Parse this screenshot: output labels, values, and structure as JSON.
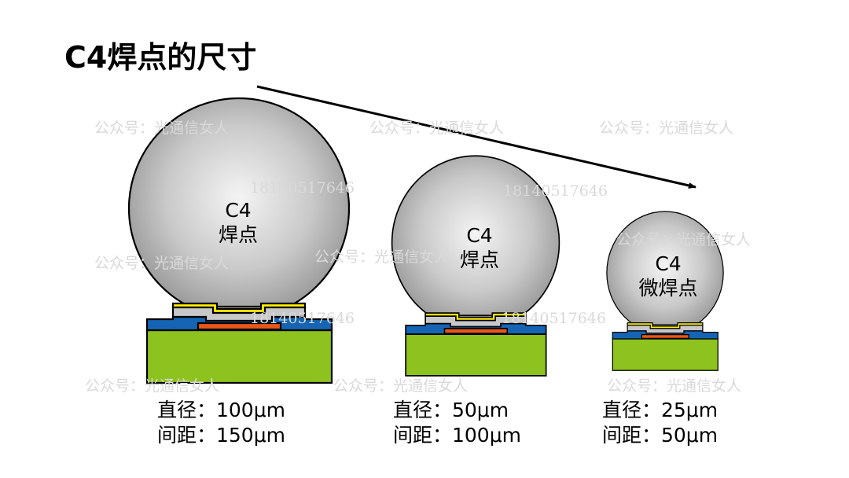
{
  "title": "C4焊点的尺寸",
  "watermarks": {
    "account": "公众号：光通信女人",
    "phone": "18140517646"
  },
  "structures": [
    {
      "ball_line1": "C4",
      "ball_line2": "焊点",
      "diameter": "直径：100μm",
      "pitch": "间距：150μm"
    },
    {
      "ball_line1": "C4",
      "ball_line2": "焊点",
      "diameter": "直径：50μm",
      "pitch": "间距：100μm"
    },
    {
      "ball_line1": "C4",
      "ball_line2": "微焊点",
      "diameter": "直径：25μm",
      "pitch": "间距：50μm"
    }
  ],
  "colors": {
    "substrate": "#8dc21f",
    "passivation": "#1565b4",
    "pad": "#e8561b",
    "ubm": "#c8c8c8",
    "ubm_top": "#ffee00",
    "arrow": "#000000"
  }
}
